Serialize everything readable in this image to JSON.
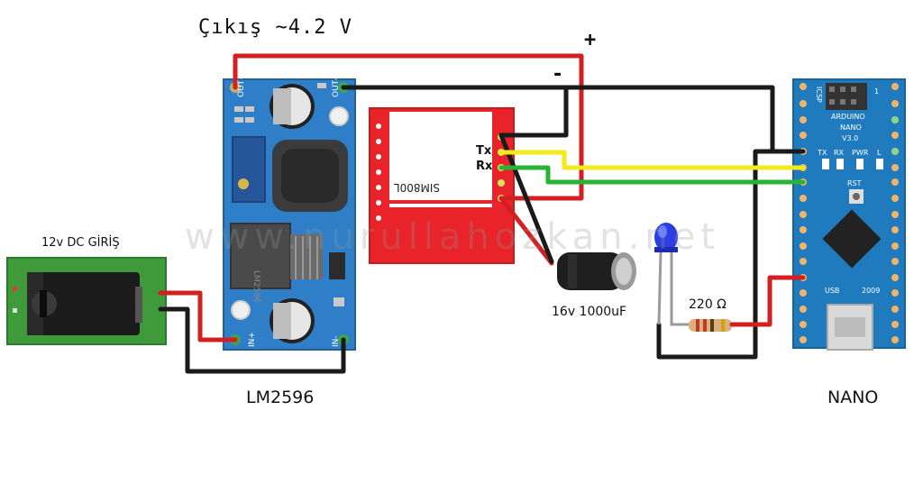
{
  "labels": {
    "output_title": "Çıkış ~4.2 V",
    "plus_sign": "+",
    "minus_sign": "-",
    "dc_input": "12v DC GİRİŞ",
    "regulator": "LM2596",
    "capacitor": "16v 1000uF",
    "resistor": "220 Ω",
    "nano": "NANO",
    "tx": "Tx",
    "rx": "Rx",
    "watermark": "www.nurullahozkan.net"
  },
  "module_text": {
    "sim_chip": "SIM800L",
    "out_plus": "OUT+",
    "out_minus": "OUT-",
    "in_plus": "IN+",
    "in_minus": "IN-",
    "lm_chip": "LM2596",
    "nano_brand": "ARDUINO",
    "nano_model": "NANO",
    "nano_version": "V3.0",
    "nano_icsp": "ICSP",
    "nano_usb": "USB",
    "nano_year": "2009",
    "nano_rst": "RST",
    "nano_tx": "TX",
    "nano_rx": "RX",
    "nano_pwr": "PWR",
    "nano_l": "L",
    "nano_one": "1"
  },
  "colors": {
    "wire_red": "#d21f1f",
    "wire_black": "#1a1a1a",
    "wire_yellow": "#f2ea1a",
    "wire_green": "#27b334",
    "board_blue": "#2e7fc8",
    "sim_red": "#e8232a",
    "nano_blue": "#1f7bbd",
    "dc_green": "#3f9a3a"
  }
}
